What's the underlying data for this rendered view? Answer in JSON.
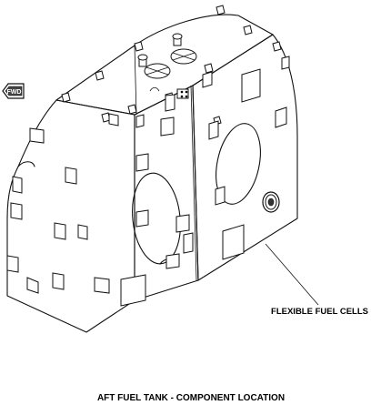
{
  "diagram": {
    "callout_label": "FLEXIBLE FUEL CELLS",
    "caption": "AFT FUEL TANK - COMPONENT LOCATION",
    "direction_marker": "FWD"
  }
}
